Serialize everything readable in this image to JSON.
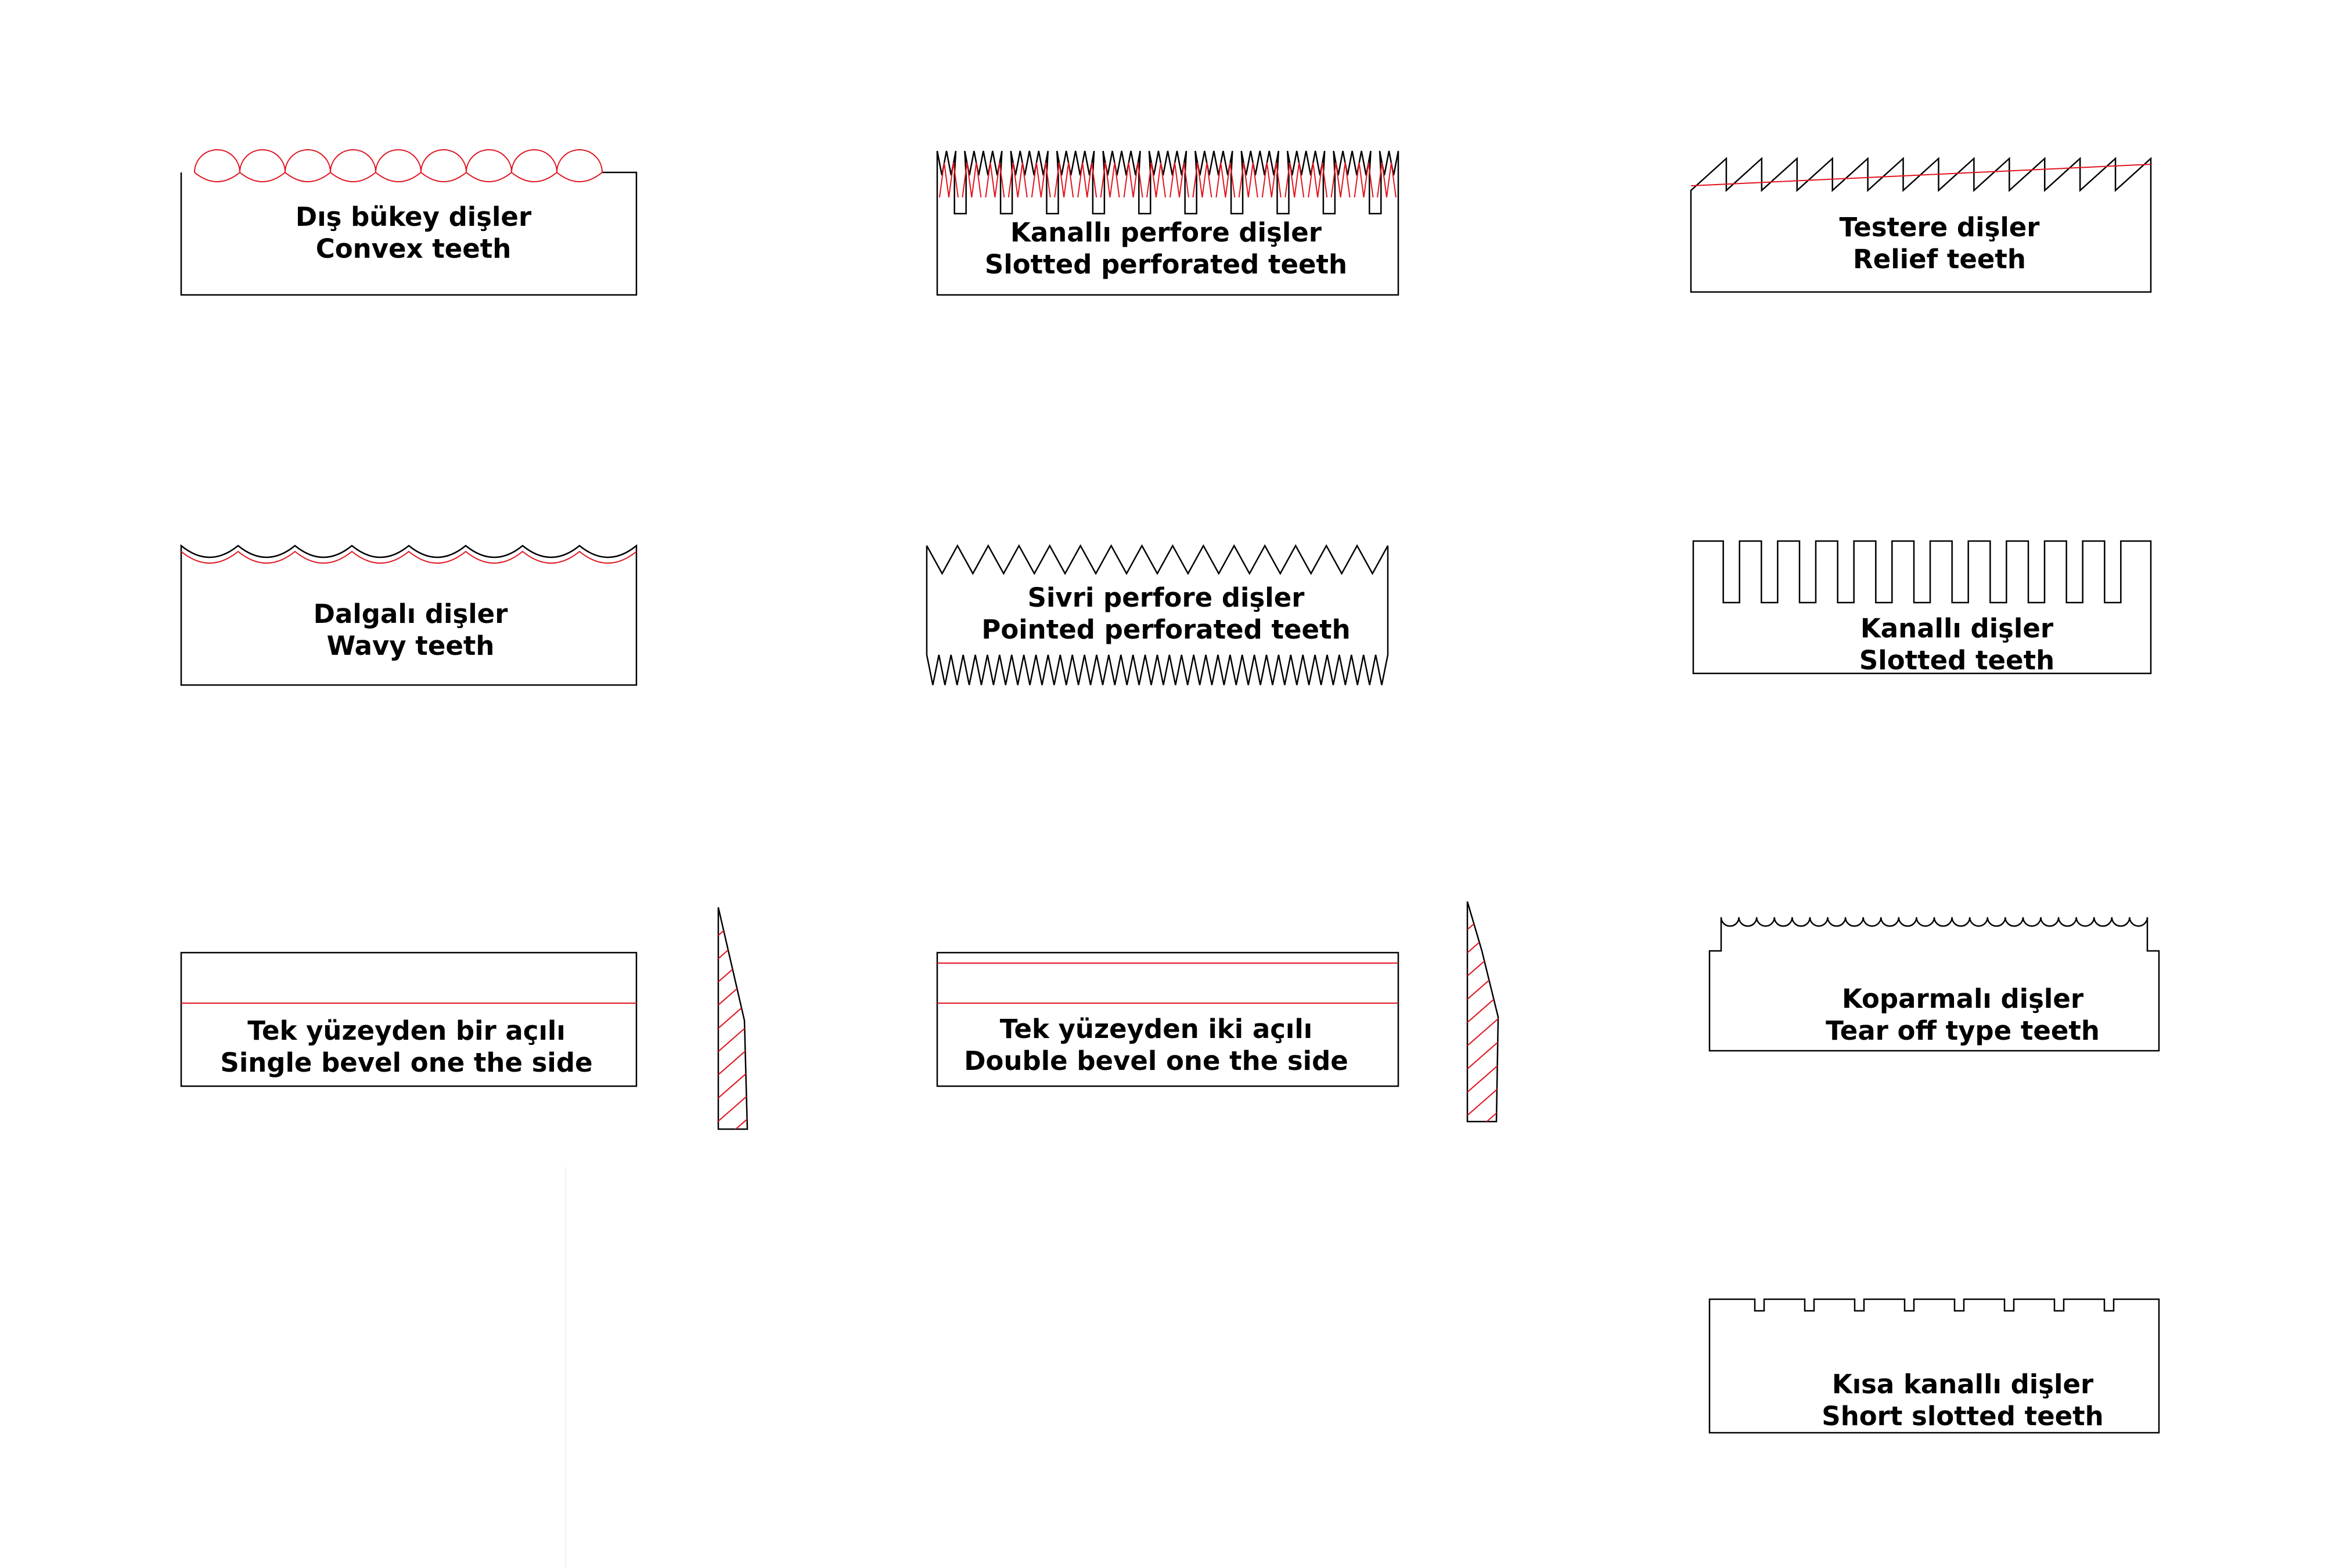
{
  "colors": {
    "outline": "#000000",
    "accent": "#e0141e",
    "background": "#ffffff"
  },
  "blades": [
    {
      "id": "convex",
      "tr": "Dış bükey dişler",
      "en": "Convex teeth"
    },
    {
      "id": "slotted-perforated",
      "tr": "Kanallı  perfore  dişler",
      "en": "Slotted perforated  teeth"
    },
    {
      "id": "relief",
      "tr": "Testere dişler",
      "en": "Relief teeth"
    },
    {
      "id": "wavy",
      "tr": "Dalgalı dişler",
      "en": "Wavy teeth"
    },
    {
      "id": "pointed-perforated",
      "tr": "Sivri  perfore  dişler",
      "en": "Pointed perforated  teeth"
    },
    {
      "id": "slotted",
      "tr": "Kanallı dişler",
      "en": "Slotted teeth"
    },
    {
      "id": "single-bevel",
      "tr": "Tek yüzeyden bir açılı",
      "en": "Single bevel one the side"
    },
    {
      "id": "double-bevel",
      "tr": "Tek yüzeyden iki açılı",
      "en": "Double bevel one the side"
    },
    {
      "id": "tear-off",
      "tr": "Koparmalı dişler",
      "en": "Tear off type teeth"
    },
    {
      "id": "short-slotted",
      "tr": "Kısa kanallı dişler",
      "en": "Short slotted teeth"
    }
  ]
}
